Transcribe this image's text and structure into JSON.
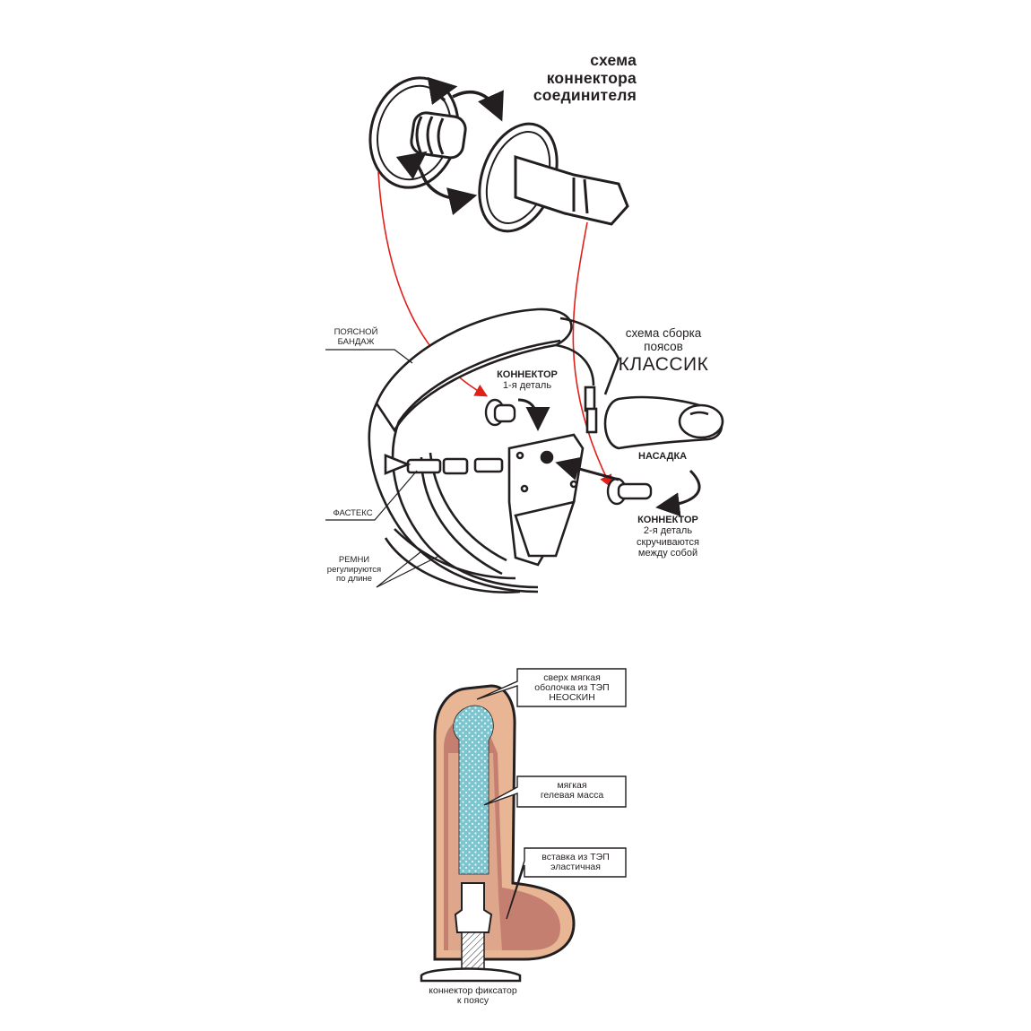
{
  "connector_scheme": {
    "title_lines": [
      "схема",
      "коннектора",
      "соединителя"
    ]
  },
  "assembly_scheme": {
    "title_line1": "схема сборка",
    "title_line2": "поясов",
    "title_big": "КЛАССИК"
  },
  "harness_labels": {
    "waist": [
      "ПОЯСНОЙ",
      "БАНДАЖ"
    ],
    "fastex": "ФАСТЕКС",
    "straps": [
      "РЕМНИ",
      "регулируются",
      "по длине"
    ]
  },
  "connector_part1": {
    "title": "КОННЕКТОР",
    "subtitle": "1-я деталь"
  },
  "attachment_label": "НАСАДКА",
  "connector_part2": {
    "title": "КОННЕКТОР",
    "lines": [
      "2-я деталь",
      "скручиваются",
      "между собой"
    ]
  },
  "cross_section": {
    "callout_1": [
      "сверх мягкая",
      "оболочка из ТЭП",
      "НЕОСКИН"
    ],
    "callout_2": [
      "мягкая",
      "гелевая масса"
    ],
    "callout_3": [
      "вставка из ТЭП",
      "эластичная"
    ],
    "base_label": [
      "коннектор фиксатор",
      "к поясу"
    ]
  },
  "colors": {
    "outline": "#231f20",
    "guide_line": "#e0201b",
    "shell": "#e9b695",
    "inner": "#c47f70",
    "gel": "#7cc5cf"
  }
}
